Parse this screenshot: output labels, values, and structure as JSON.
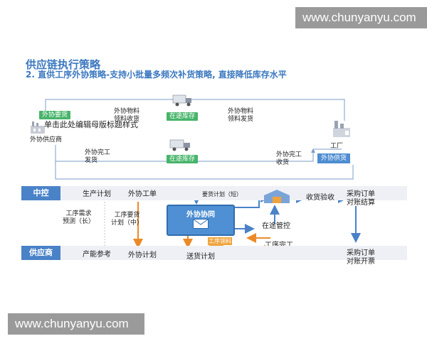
{
  "watermarks": {
    "top": "www.chunyanyu.com",
    "bottom": "www.chunyanyu.com"
  },
  "title": "供应链执行策略",
  "subtitle": "2. 直供工序外协策略-支持小批量多频次补货策略, 直接降低库存水平",
  "nodes": {
    "outsourcing_request": "外协要货",
    "overlay_placeholder": "单击此处编辑母版标题样式",
    "outsourcing_supplier": "外协供应商",
    "in_transit_top": "在途库存",
    "in_transit_bottom": "在途库存",
    "factory": "工厂",
    "outsourcing_supply": "外协供货",
    "outsourcing_coordination": "外协协同"
  },
  "flow_labels": {
    "material_receipt": "外协物料\n领料收货",
    "material_dispatch": "外协物料\n领料发货",
    "completion_shipping": "外协完工\n发货",
    "completion_receiving": "外协完工\n收货"
  },
  "lanes": {
    "control": "中控",
    "supplier": "供应商"
  },
  "control_lane": {
    "production_plan": "生产计划",
    "outsourcing_order": "外协工单",
    "demand_plan_short": "要货计划（短）",
    "receiving_inspection": "收货验收",
    "po_reconcile": "采购订单\n对账结算"
  },
  "middle": {
    "process_forecast": "工序需求\n预测（长）",
    "process_demand_mid": "工序要货\n计划（中）",
    "in_transit_control": "在途管控",
    "process_picking": "工序领料",
    "process_completion": "工序完工"
  },
  "supplier_lane": {
    "capacity_ref": "产能参考",
    "outsourcing_plan": "外协计划",
    "delivery_plan": "送货计划",
    "po_invoice": "采购订单\n对账开票"
  },
  "colors": {
    "green": "#47b46a",
    "blue": "#4e8dd1",
    "orange": "#f0a33c",
    "lane": "#4a82c8"
  }
}
